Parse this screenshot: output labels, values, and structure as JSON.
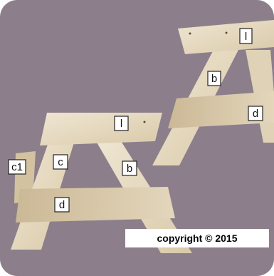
{
  "photo": {
    "subject": "two-wooden-a-frame-bench-leg-assemblies",
    "colors": {
      "background": "#8c7f8b",
      "wood_light": "#e7dcc4",
      "wood_mid": "#d6c6a6",
      "wood_dark": "#b9a98a",
      "label_bg": "#ffffff",
      "label_border": "#222222"
    }
  },
  "labels": {
    "right_frame": {
      "top_board": "l",
      "leg": "b",
      "cross_brace": "d"
    },
    "left_frame": {
      "top_board": "l",
      "leg_c": "c",
      "leg_b": "b",
      "cross_brace": "d",
      "edge_board": "c1"
    }
  },
  "copyright": {
    "text": "copyright © 2015"
  }
}
